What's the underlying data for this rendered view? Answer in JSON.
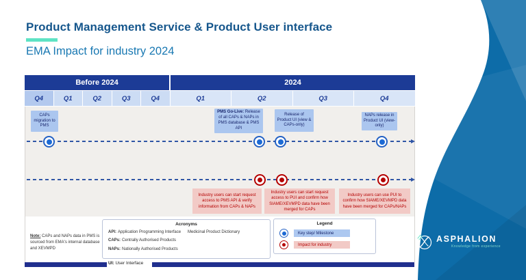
{
  "slide": {
    "title": "Product Management Service & Product User interface",
    "subtitle": "EMA Impact for industry 2024"
  },
  "timeline": {
    "header_groups": {
      "before": "Before 2024",
      "year": "2024"
    },
    "quarters_before": [
      "Q4",
      "Q1",
      "Q2",
      "Q3",
      "Q4"
    ],
    "quarters_2024": [
      "Q1",
      "Q2",
      "Q3",
      "Q4"
    ],
    "milestones": [
      {
        "bold": "",
        "text": "CAPs migration to PMS"
      },
      {
        "bold": "PMS Go-Live:",
        "text": "Release of all CAPs & NAPs in PMS database & PMS API"
      },
      {
        "bold": "",
        "text": "Release of Product UI (view & CAPs-only)"
      },
      {
        "bold": "",
        "text": "NAPs release in Product UI (view-only)"
      }
    ],
    "impacts": [
      "Industry users can start request access to PMS API & verify information from CAPs & NAPs",
      "Industry users can start request access to PUI and confirm how SIAME/XEVMPD data have been merged  for CAPs",
      "Industry users can use PUI to confirm how SIAME/XEVMPD data have been merged  for CAPs/NAPs"
    ]
  },
  "note": {
    "prefix": "Note:",
    "text": " CAPs and NAPs data in PMS is sourced from EMA's internal database and XEVMPD"
  },
  "acronyms": {
    "title": "Acronyms",
    "items": [
      {
        "term": "API:",
        "definition": "Application Programming Interface",
        "extra": "Medicinal Product Dictionary"
      },
      {
        "term": "CAPs:",
        "definition": "Centrally Authorised Products",
        "extra": ""
      },
      {
        "term": "NAPs:",
        "definition": "Nationally Authorised Products",
        "extra": ""
      }
    ],
    "footer_term": "UI:",
    "footer_definition": " User Interface"
  },
  "legend": {
    "title": "Legend",
    "items": [
      {
        "label": "Key step/ Milestone"
      },
      {
        "label": "Impact for industry"
      }
    ]
  },
  "logo": {
    "name": "ASPHALION",
    "tagline": "Knowledge from experience"
  },
  "colors": {
    "title_blue": "#15568c",
    "subtitle_blue": "#1878b2",
    "accent_teal": "#5ee3c4",
    "header_navy": "#1c3b96",
    "milestone_blue": "#1d6ad4",
    "impact_red": "#b40000",
    "wave_blue": "#0d6ca8",
    "bottom_bar_navy": "#202f8e"
  }
}
